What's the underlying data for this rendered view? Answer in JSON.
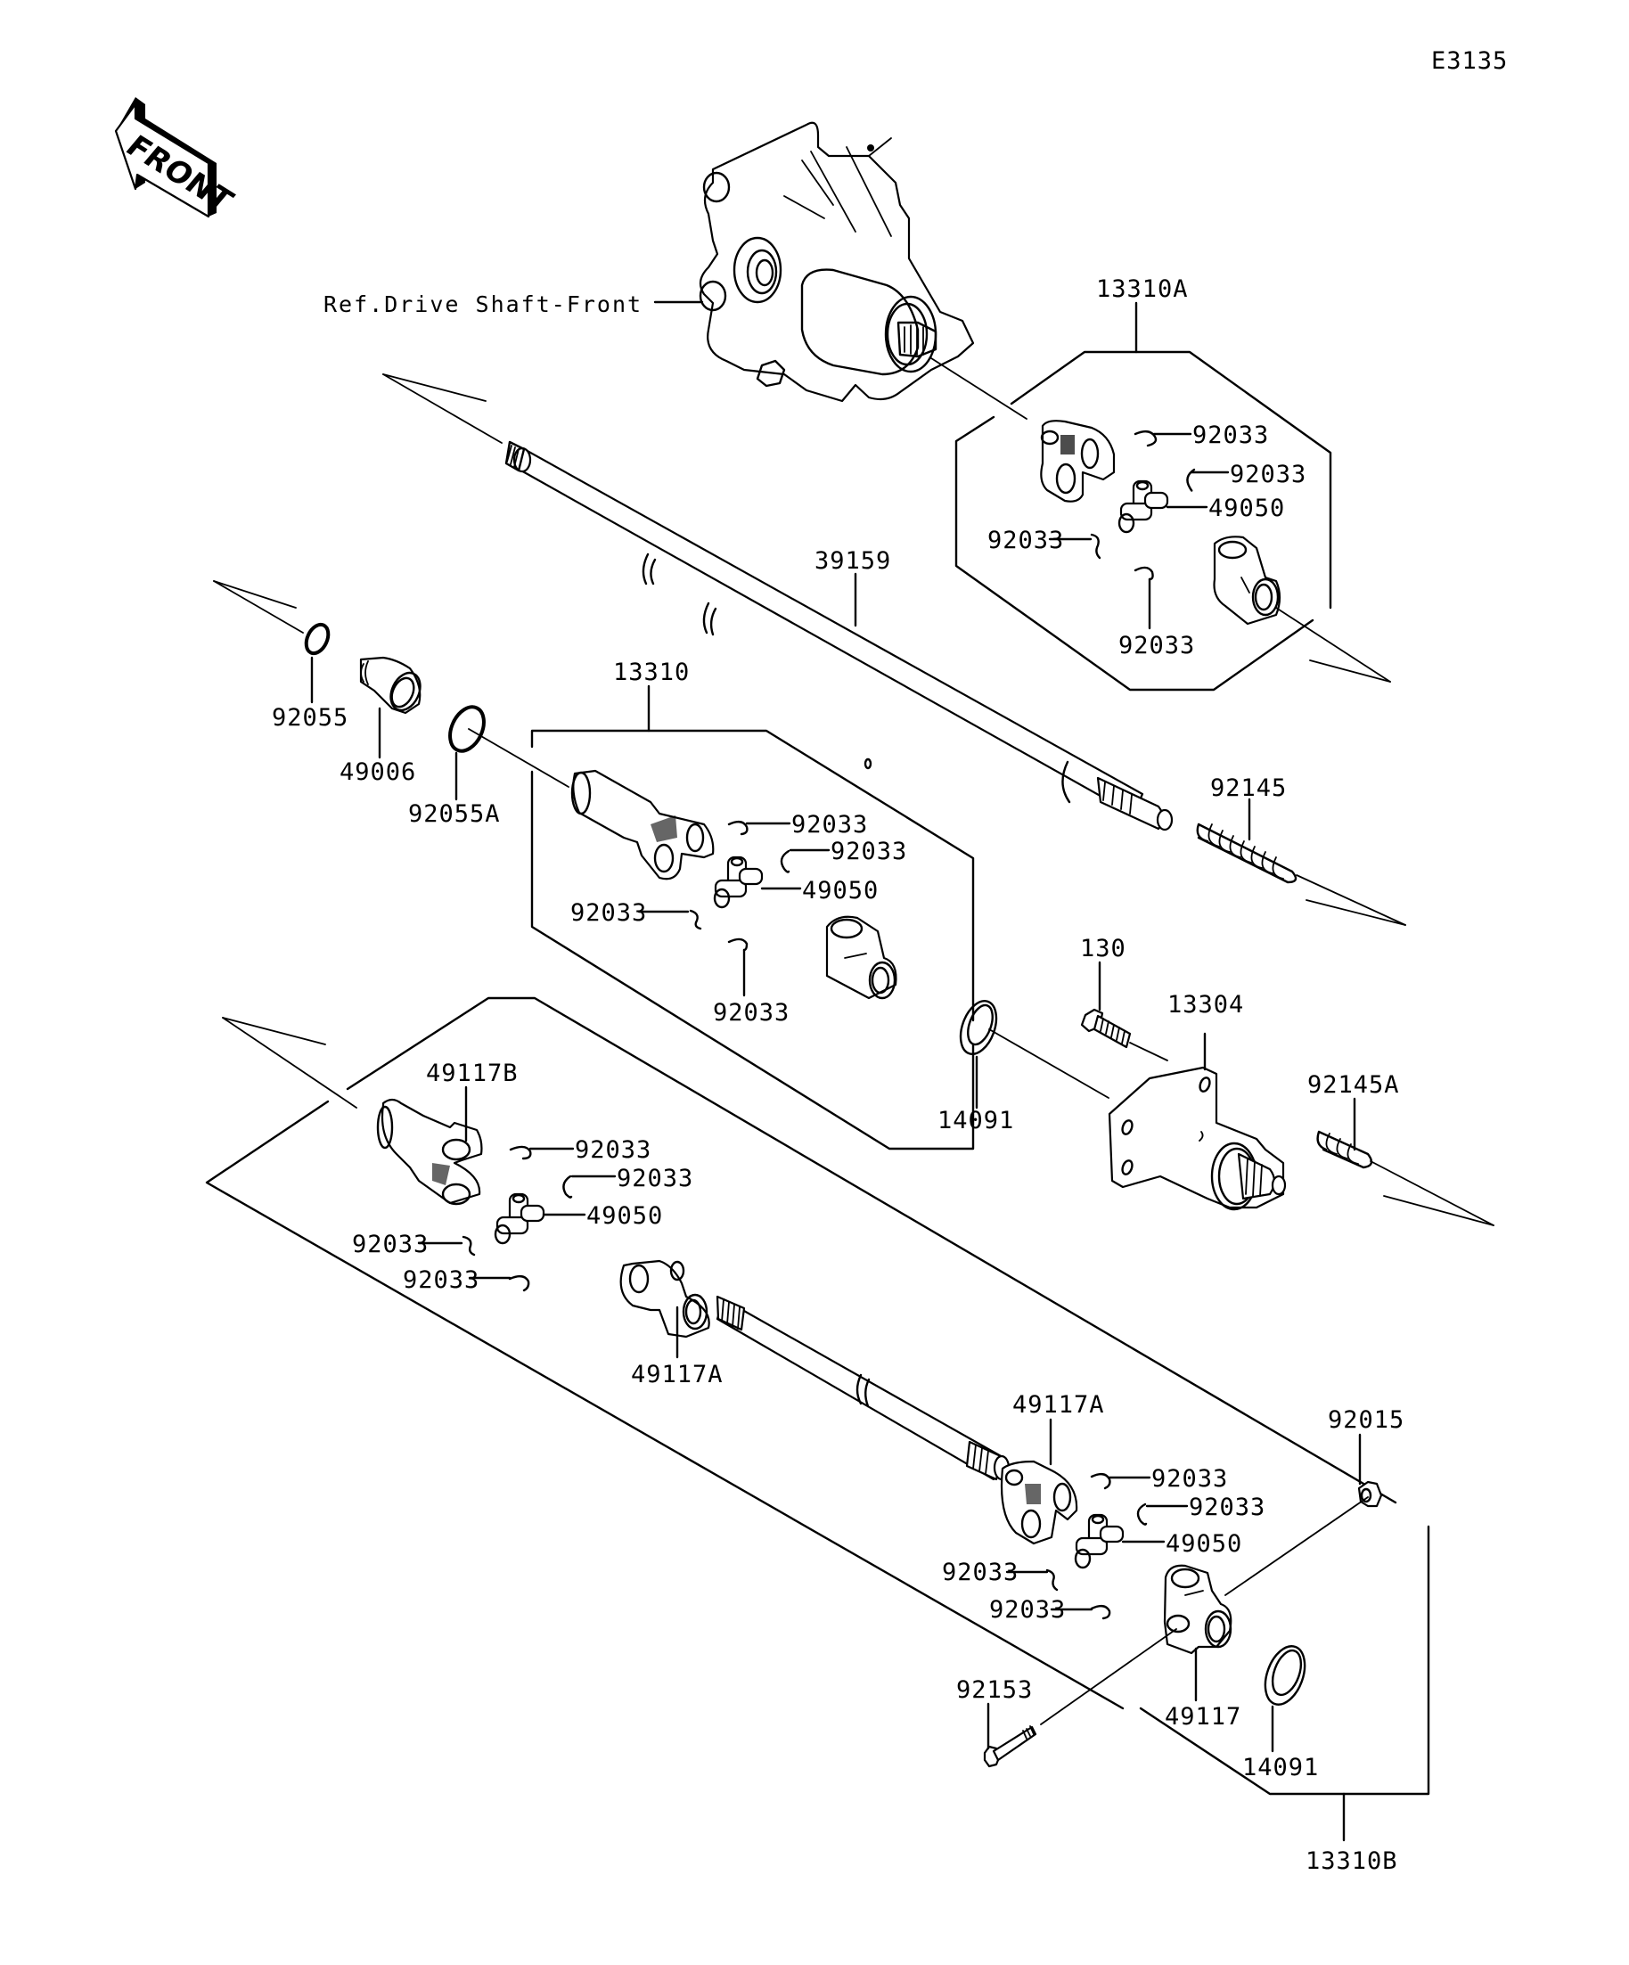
{
  "diagram": {
    "figure_code": "E3135",
    "orientation_label": "FRONT",
    "reference_label": "Ref.Drive Shaft-Front",
    "assemblies": {
      "upper_joint": {
        "label": "13310A",
        "circlips": [
          "92033",
          "92033",
          "92033",
          "92033"
        ],
        "spider": "49050"
      },
      "middle_joint": {
        "label": "13310",
        "circlips": [
          "92033",
          "92033",
          "92033",
          "92033"
        ],
        "spider": "49050",
        "washer": "14091"
      },
      "lower_joint": {
        "label": "13310B",
        "yoke_b": "49117B",
        "yoke_a_left": "49117A",
        "yoke_a_right": "49117A",
        "yoke": "49117",
        "circlips_left": [
          "92033",
          "92033",
          "92033",
          "92033"
        ],
        "circlips_right": [
          "92033",
          "92033",
          "92033",
          "92033"
        ],
        "spider_left": "49050",
        "spider_right": "49050",
        "nut": "92015",
        "bolt": "92153",
        "washer": "14091"
      }
    },
    "parts": {
      "shaft_main": "39159",
      "o_ring": "92055",
      "boot": "49006",
      "o_ring_a": "92055A",
      "spring": "92145",
      "spring_a": "92145A",
      "bolt": "130",
      "housing": "13304"
    }
  }
}
